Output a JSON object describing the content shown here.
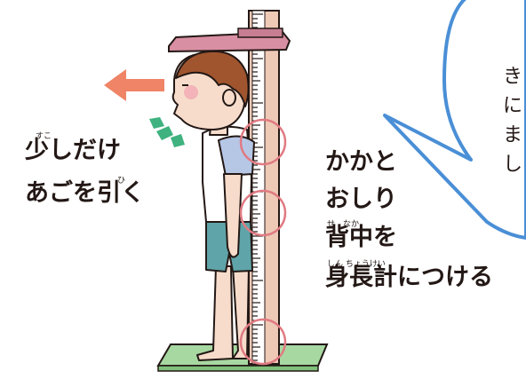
{
  "labels": {
    "chin": {
      "ruby": "すこ",
      "line1": "少しだけ",
      "ruby2": "ひ",
      "line2": "あごを引く"
    },
    "right": {
      "line1": "かかと",
      "line2": "おしり",
      "ruby3": "せ　なか",
      "line3": "背中を",
      "ruby4": "しん ちょうけい",
      "line4": "身長計につける"
    },
    "bubble": {
      "line1": "き",
      "line2": "に",
      "line3": "ま",
      "line4": "し"
    }
  },
  "colors": {
    "arrow": "#ef8466",
    "stand": "#eec9b6",
    "base": "#a8d8a2",
    "bubble_border": "#4a8fd6",
    "circle": "#e07a82",
    "headbar": "#d98fa3",
    "accent_marks": "#3fb27f"
  }
}
